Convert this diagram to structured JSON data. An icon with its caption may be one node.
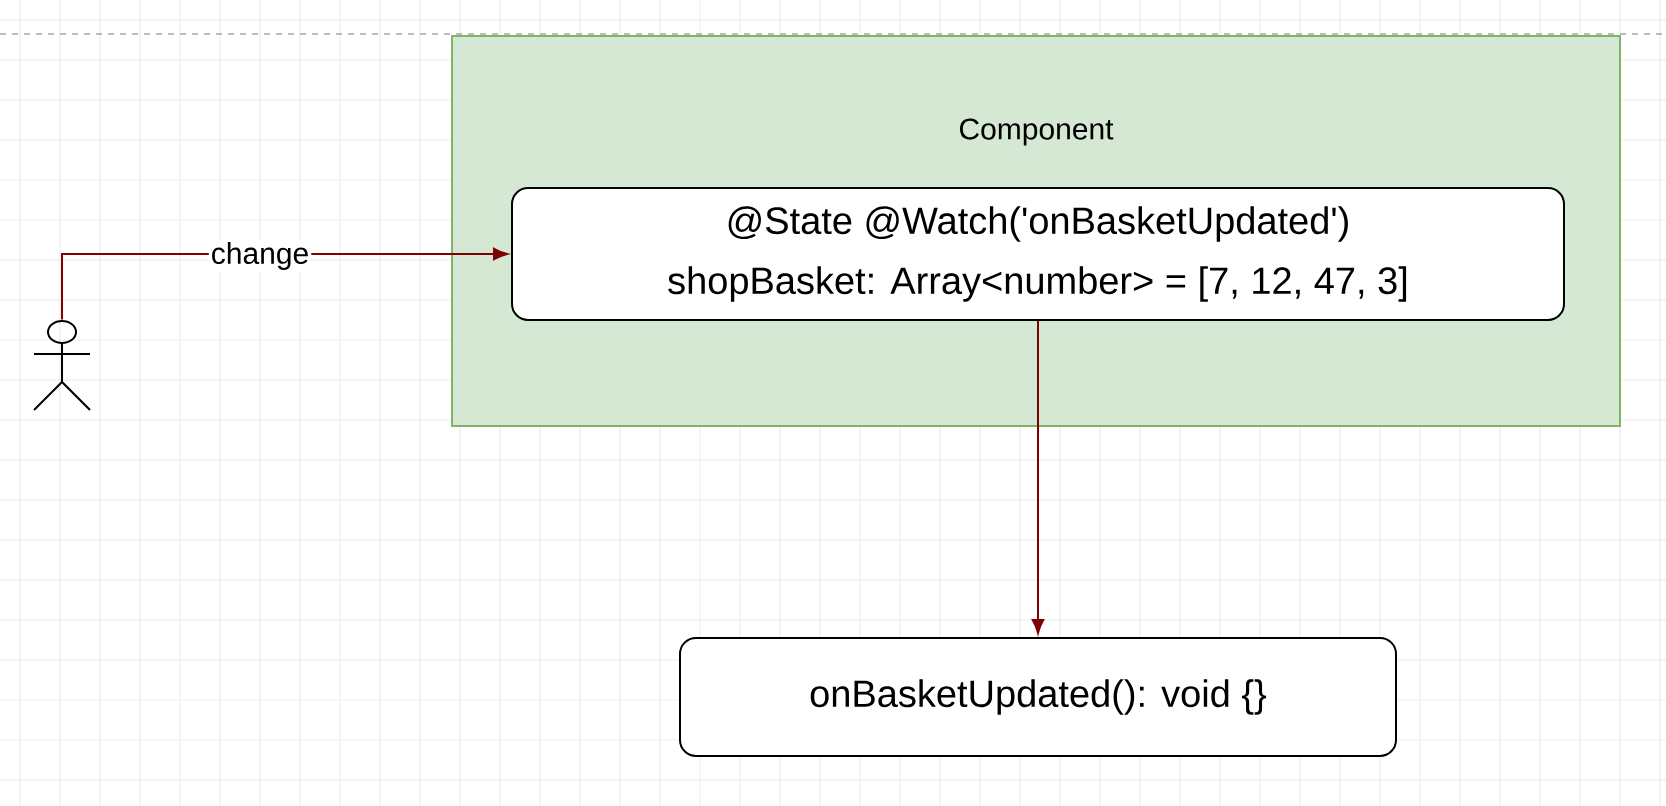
{
  "diagram": {
    "nodes": [
      {
        "text": [
          "Component"
        ]
      },
      {
        "text": [
          "@State @Watch('onBasketUpdated')",
          "shopBasket: Array<number> = [7, 12, 47, 3]"
        ],
        "in": 0
      },
      {
        "text": [],
        "shape": "person"
      },
      {
        "text": [
          "onBasketUpdated(): void {}"
        ]
      }
    ],
    "edges": [
      {
        "from": 2,
        "to": 1,
        "arrow": "to",
        "label": "change"
      },
      {
        "from": 1,
        "to": 3,
        "arrow": "to"
      }
    ]
  }
}
